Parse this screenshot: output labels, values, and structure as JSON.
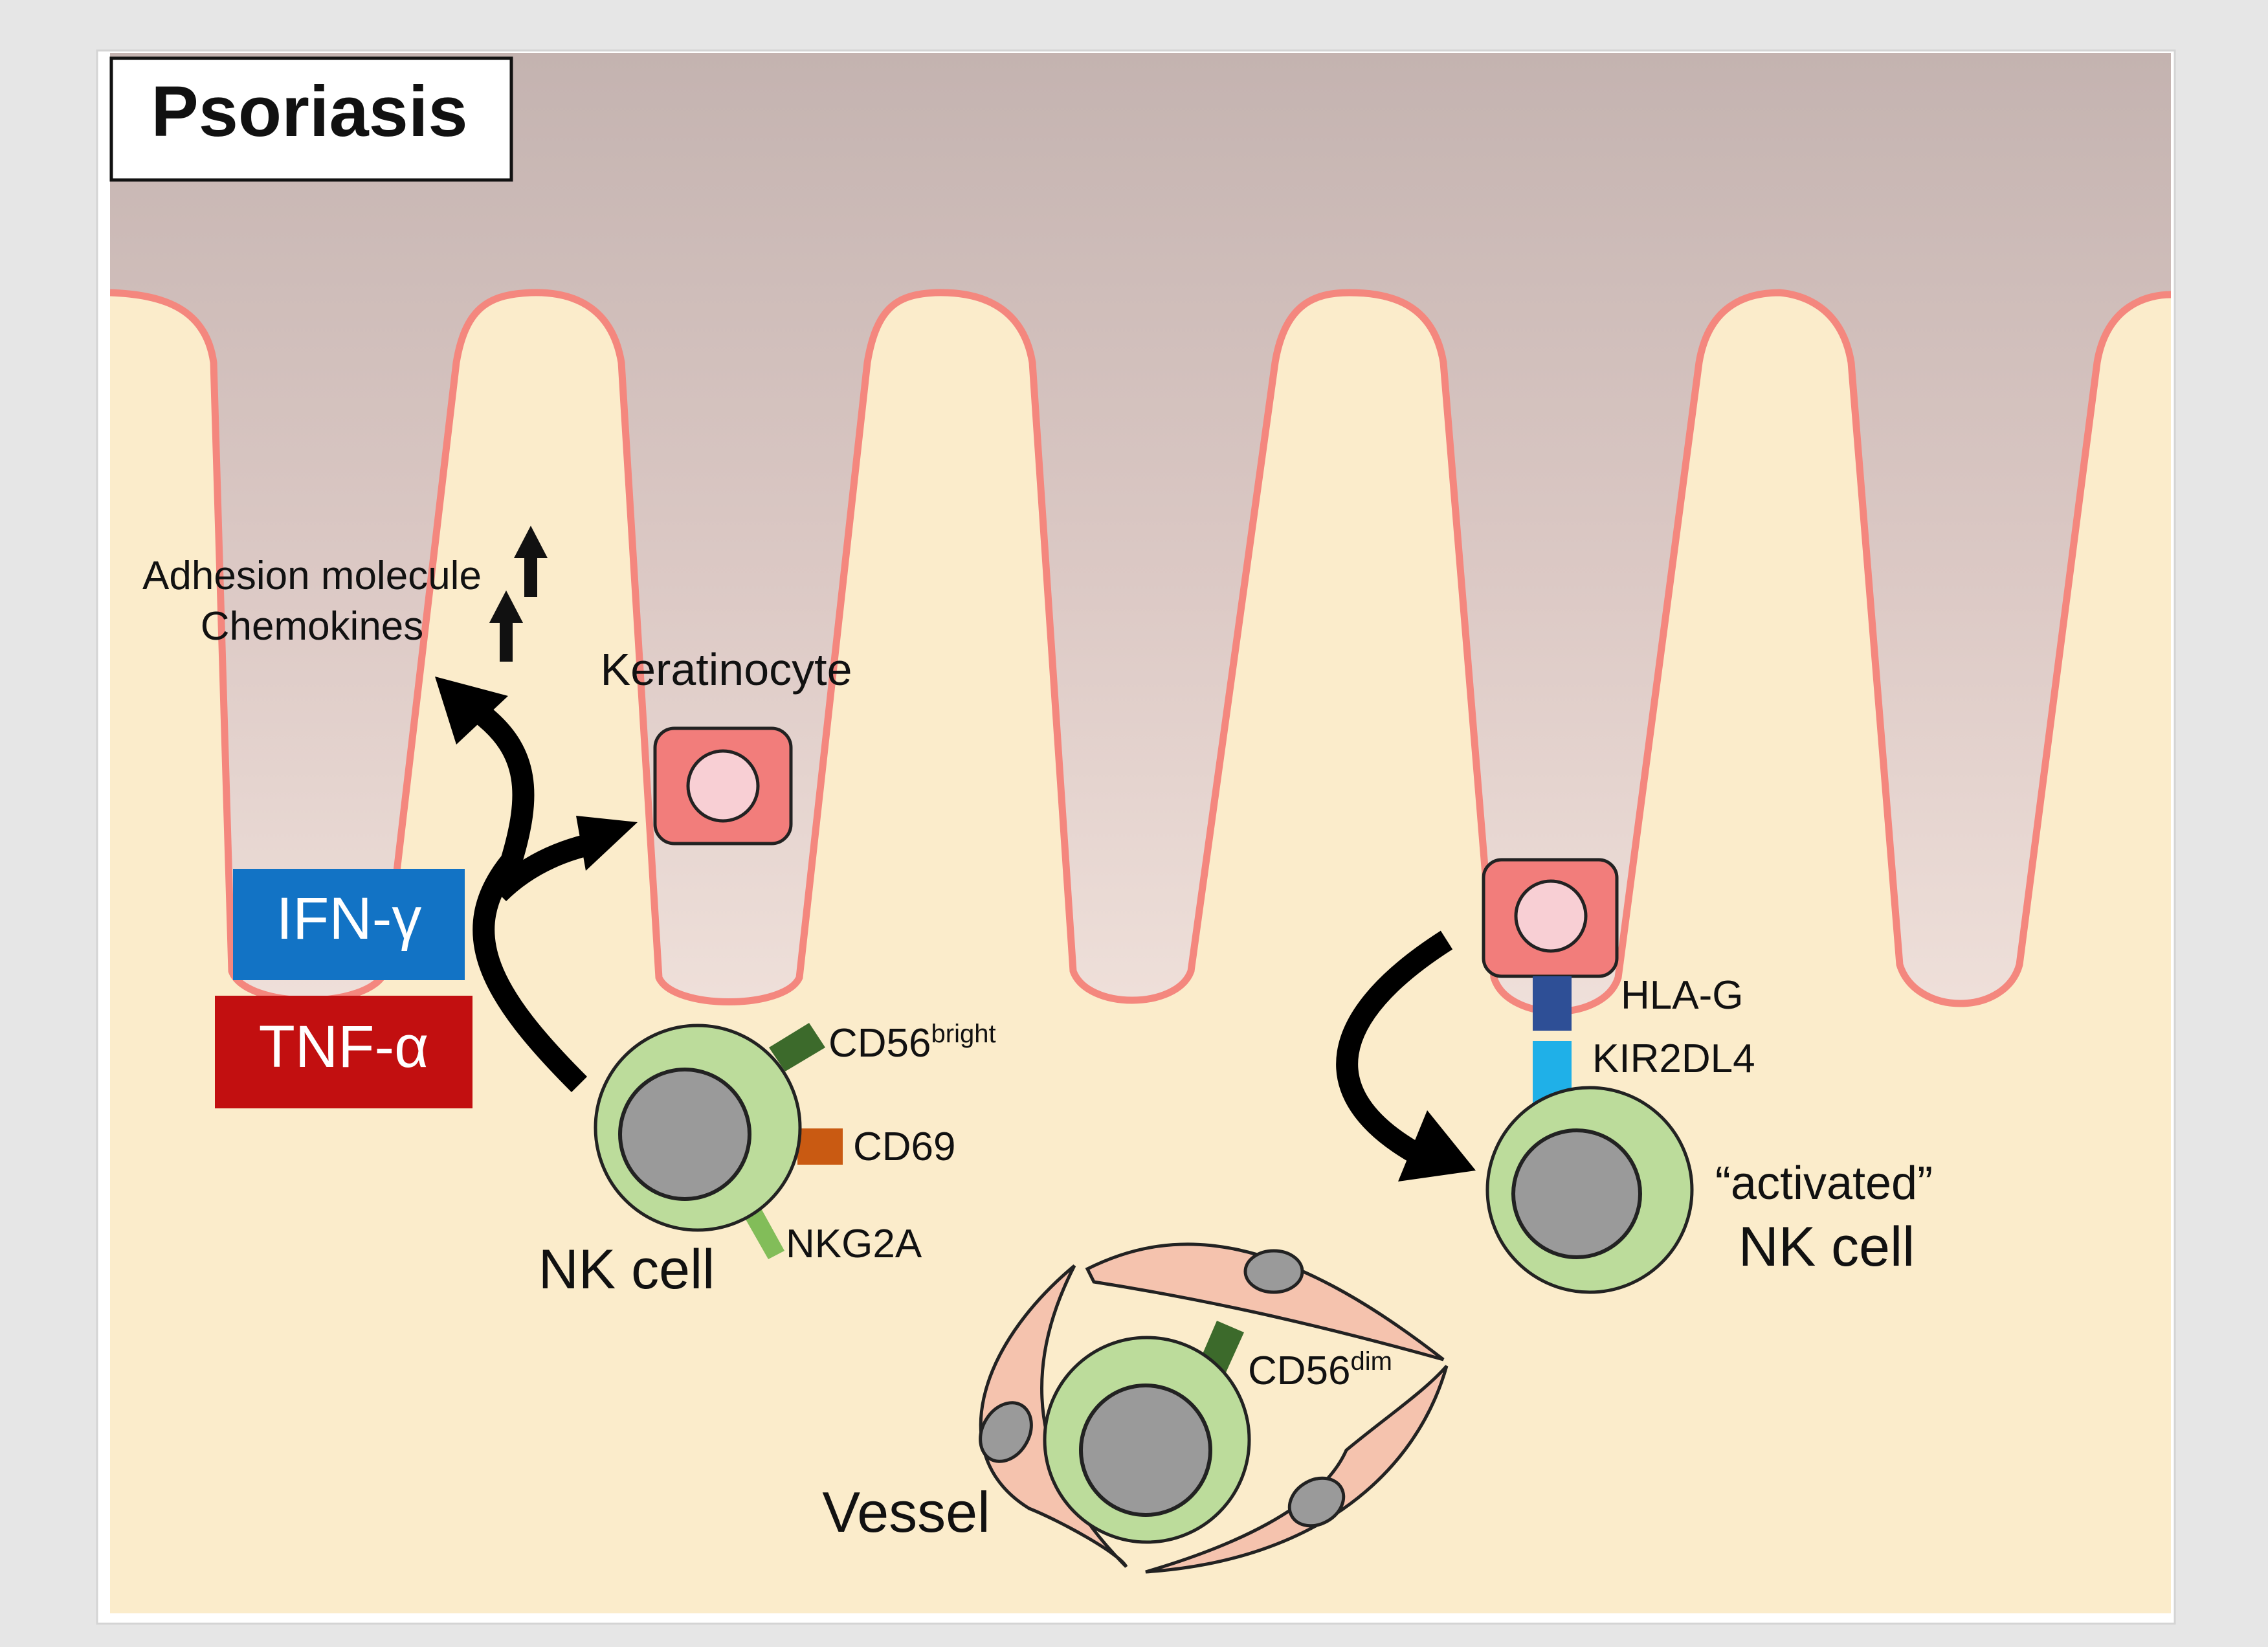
{
  "title": "Psoriasis",
  "labels": {
    "adhesion_molecule": "Adhesion molecule",
    "chemokines": "Chemokines",
    "keratinocyte": "Keratinocyte",
    "ifn_gamma": "IFN-γ",
    "tnf_alpha": "TNF-α",
    "cd56": "CD56",
    "bright": "bright",
    "cd69": "CD69",
    "nkg2a": "NKG2A",
    "nk_cell": "NK cell",
    "hla_g": "HLA-G",
    "kir2dl4": "KIR2DL4",
    "activated": "“activated”",
    "nk_cell_activated": "NK cell",
    "dim": "dim",
    "vessel": "Vessel"
  },
  "colors": {
    "upper_layer": "#efe0da",
    "upper_top": "#c6b5b2",
    "dermis": "#fbeccb",
    "boundary": "#f4877e",
    "ifn_box": "#1273c5",
    "tnf_box": "#c20f10",
    "nk_cytoplasm": "#bcdc9b",
    "nk_nucleus": "#9a9a9a",
    "keratinocyte": "#f27d7b",
    "keratinocyte_nucleus": "#f8cfd4",
    "cd56": "#3c6a2b",
    "cd69": "#c95a12",
    "nkg2a": "#82bd59",
    "hla_g": "#2e4f96",
    "kir2dl4": "#1fb0e8",
    "endothelial": "#f5c3ae"
  },
  "icons": [
    "up-arrow-icon",
    "curved-arrow-icon"
  ]
}
